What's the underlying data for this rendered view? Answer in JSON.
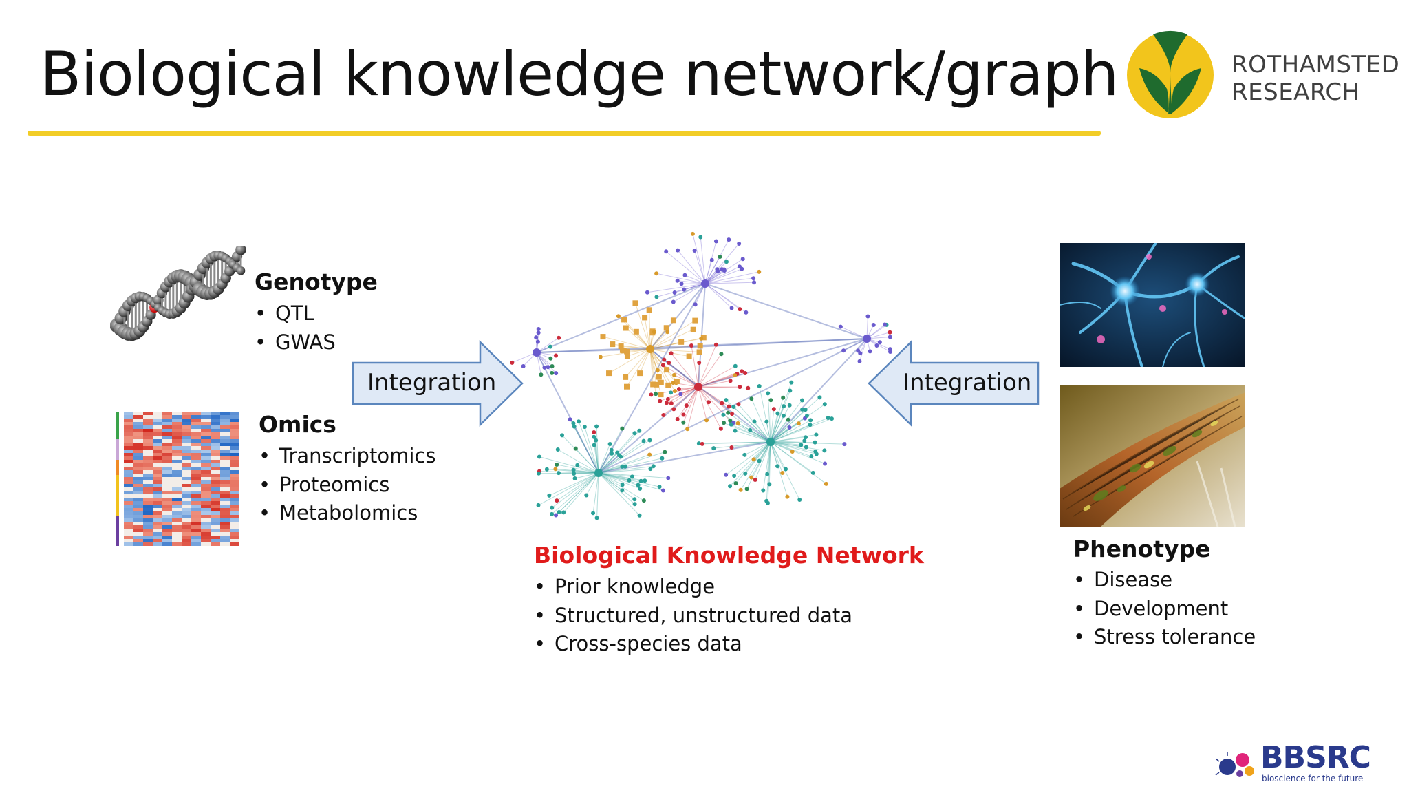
{
  "slide": {
    "title": "Biological knowledge network/graph"
  },
  "logos": {
    "rothamsted_line1": "ROTHAMSTED",
    "rothamsted_line2": "RESEARCH",
    "bbsrc_name": "BBSRC",
    "bbsrc_tagline": "bioscience for the future"
  },
  "genotype": {
    "title": "Genotype",
    "items": [
      "QTL",
      "GWAS"
    ]
  },
  "omics": {
    "title": "Omics",
    "items": [
      "Transcriptomics",
      "Proteomics",
      "Metabolomics"
    ]
  },
  "integration": {
    "left_label": "Integration",
    "right_label": "Integration"
  },
  "network": {
    "title": "Biological Knowledge Network",
    "items": [
      "Prior knowledge",
      "Structured, unstructured data",
      "Cross-species data"
    ]
  },
  "phenotype": {
    "title": "Phenotype",
    "items": [
      "Disease",
      "Development",
      "Stress tolerance"
    ]
  },
  "colors": {
    "accent_yellow": "#f2cd27",
    "network_title_red": "#e01b1b",
    "arrow_fill": "#dfe9f6",
    "arrow_stroke": "#5b86bd",
    "rothamsted_green": "#1f6b2e",
    "bbsrc_blue": "#2a3a8c"
  }
}
